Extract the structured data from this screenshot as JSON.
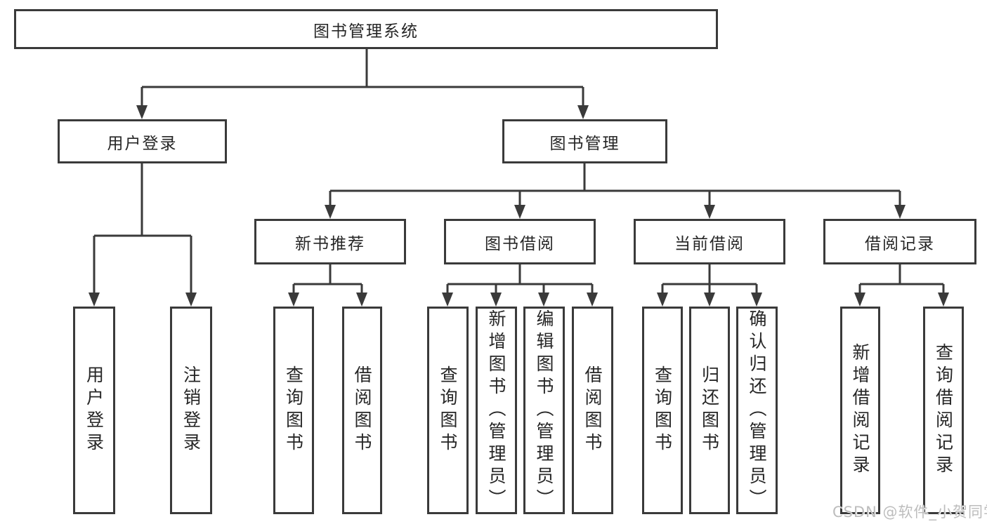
{
  "style": {
    "line_color": "#3a3a3a",
    "text_color": "#262626",
    "background": "#ffffff",
    "watermark_color": "#bdbdbd"
  },
  "watermark": "CSDN @软件_小贺同学",
  "tree": {
    "root": {
      "label": "图书管理系统"
    },
    "branches": [
      {
        "label": "用户登录",
        "children": [
          {
            "label": "用户登录"
          },
          {
            "label": "注销登录"
          }
        ]
      },
      {
        "label": "图书管理",
        "children": [
          {
            "label": "新书推荐",
            "children": [
              {
                "label": "查询图书"
              },
              {
                "label": "借阅图书"
              }
            ]
          },
          {
            "label": "图书借阅",
            "children": [
              {
                "label": "查询图书"
              },
              {
                "label": "新增图书（管理员）"
              },
              {
                "label": "编辑图书（管理员）"
              },
              {
                "label": "借阅图书"
              }
            ]
          },
          {
            "label": "当前借阅",
            "children": [
              {
                "label": "查询图书"
              },
              {
                "label": "归还图书"
              },
              {
                "label": "确认归还（管理员）"
              }
            ]
          },
          {
            "label": "借阅记录",
            "children": [
              {
                "label": "新增借阅记录"
              },
              {
                "label": "查询借阅记录"
              }
            ]
          }
        ]
      }
    ]
  }
}
